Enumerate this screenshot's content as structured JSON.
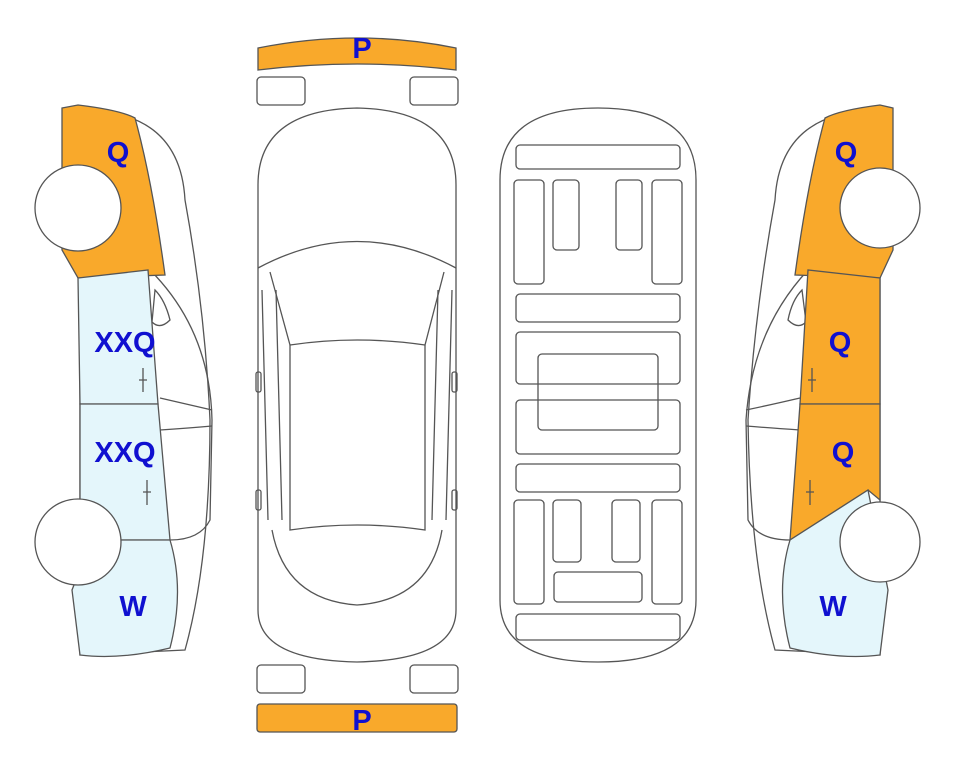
{
  "colors": {
    "replaced": "#f9a92b",
    "repaired": "#e4f6fb",
    "outline": "#555555",
    "label": "#1010d0"
  },
  "front_bumper": {
    "label": "P",
    "state": "replaced"
  },
  "rear_bumper": {
    "label": "P",
    "state": "replaced"
  },
  "left_side": {
    "front_fender": {
      "label": "Q",
      "state": "replaced"
    },
    "front_door": {
      "label": "XXQ",
      "state": "repaired"
    },
    "rear_door": {
      "label": "XXQ",
      "state": "repaired"
    },
    "rear_quarter": {
      "label": "W",
      "state": "repaired"
    }
  },
  "right_side": {
    "front_fender": {
      "label": "Q",
      "state": "replaced"
    },
    "front_door": {
      "label": "Q",
      "state": "replaced"
    },
    "rear_door": {
      "label": "Q",
      "state": "replaced"
    },
    "rear_quarter": {
      "label": "W",
      "state": "repaired"
    }
  }
}
